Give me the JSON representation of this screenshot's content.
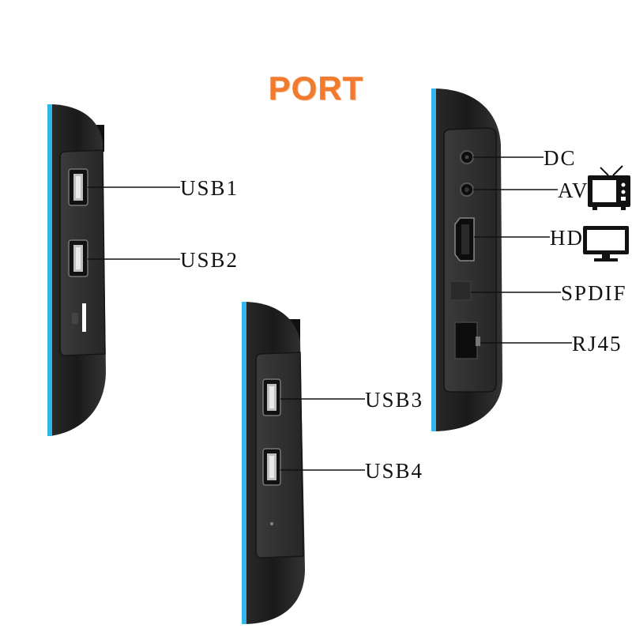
{
  "title": "PORT",
  "left_device": {
    "ports": [
      "USB1",
      "USB2"
    ]
  },
  "middle_device": {
    "ports": [
      "USB3",
      "USB4"
    ]
  },
  "right_device": {
    "ports": [
      "DC",
      "AV",
      "HD",
      "SPDIF",
      "RJ45"
    ]
  },
  "icons": {
    "av": "tv-icon",
    "hd": "monitor-icon"
  },
  "colors": {
    "title": "#f07a2e",
    "accent": "#2fb7ea",
    "body": "#1c1c1c",
    "label": "#111111"
  }
}
